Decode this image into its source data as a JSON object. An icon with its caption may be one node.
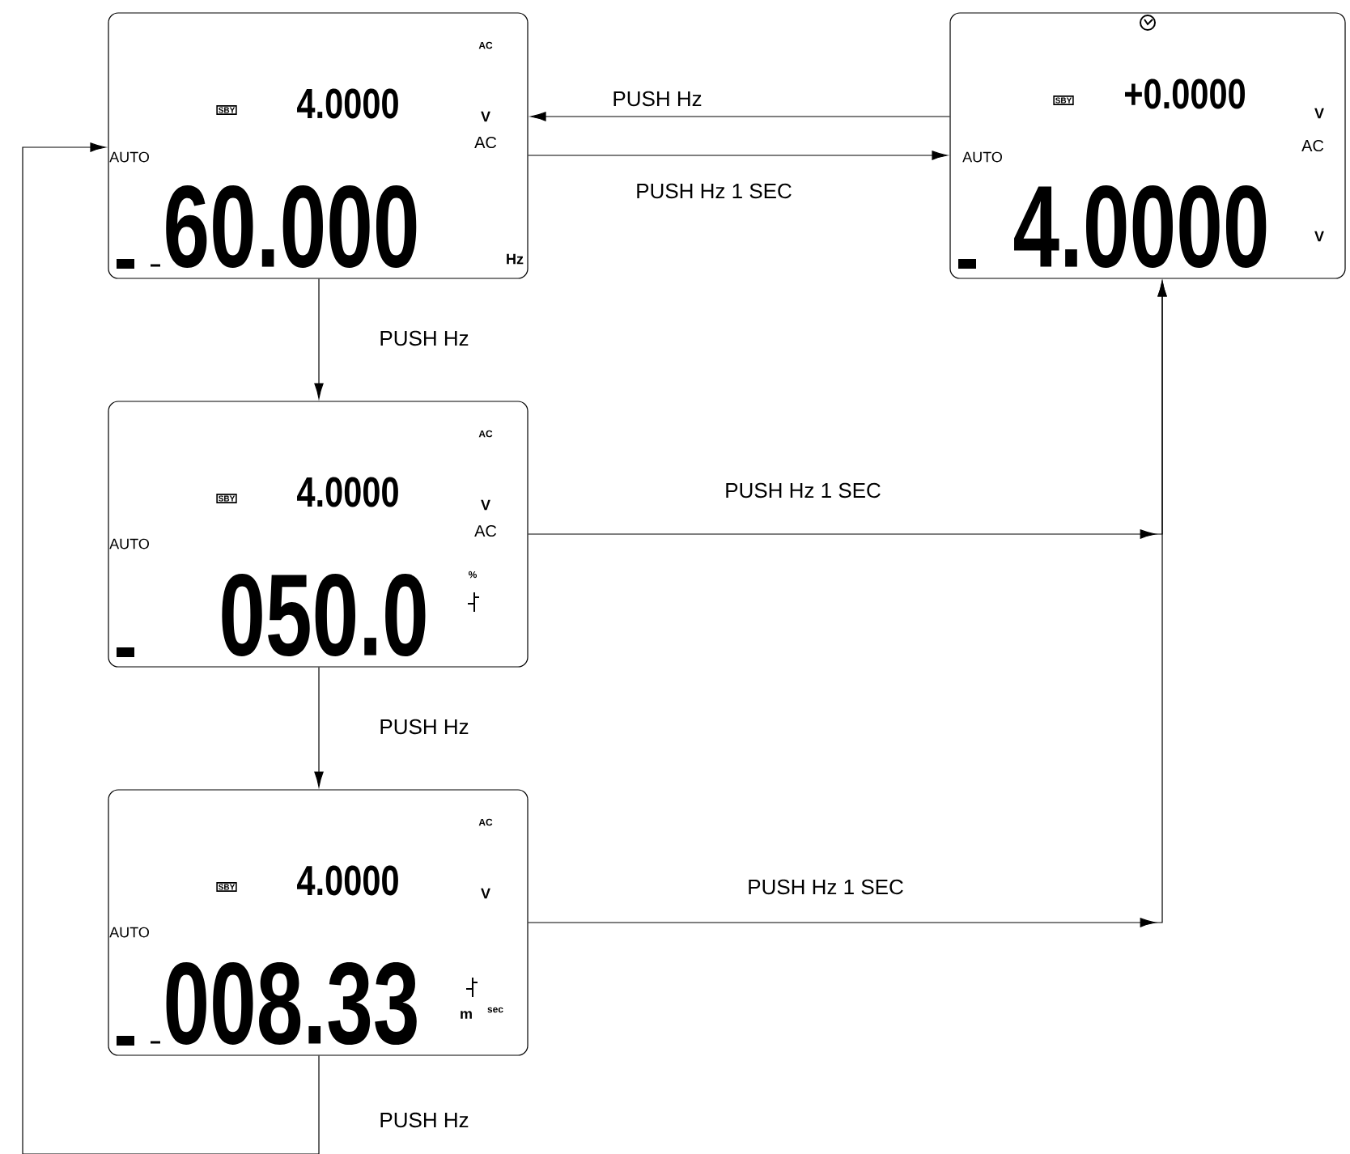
{
  "diagram": {
    "nodes": [
      {
        "text": [
          "AC",
          "SBY",
          "4.0000",
          "V",
          "AC",
          "AUTO",
          "60.000",
          "Hz"
        ]
      },
      {
        "text": [
          "SBY",
          "+0.0000",
          "V",
          "AC",
          "AUTO",
          "4.0000",
          "V"
        ]
      },
      {
        "text": [
          "AC",
          "SBY",
          "4.0000",
          "V",
          "AC",
          "AUTO",
          "050.0",
          "%"
        ]
      },
      {
        "text": [
          "AC",
          "SBY",
          "4.0000",
          "V",
          "AUTO",
          "008.33",
          "m",
          "sec"
        ]
      }
    ],
    "edges": [
      {
        "from": 0,
        "to": 1,
        "arrow": "to",
        "label": "PUSH Hz 1 SEC"
      },
      {
        "from": 1,
        "to": 0,
        "arrow": "to",
        "label": "PUSH Hz"
      },
      {
        "from": 0,
        "to": 2,
        "arrow": "to",
        "label": "PUSH Hz"
      },
      {
        "from": 2,
        "to": 1,
        "arrow": "to",
        "label": "PUSH Hz 1 SEC"
      },
      {
        "from": 3,
        "to": 1,
        "arrow": "to",
        "label": "PUSH Hz 1 SEC"
      },
      {
        "from": 2,
        "to": 3,
        "arrow": "to",
        "label": "PUSH Hz"
      },
      {
        "from": 3,
        "to": 0,
        "arrow": "to",
        "label": "PUSH Hz"
      }
    ]
  }
}
